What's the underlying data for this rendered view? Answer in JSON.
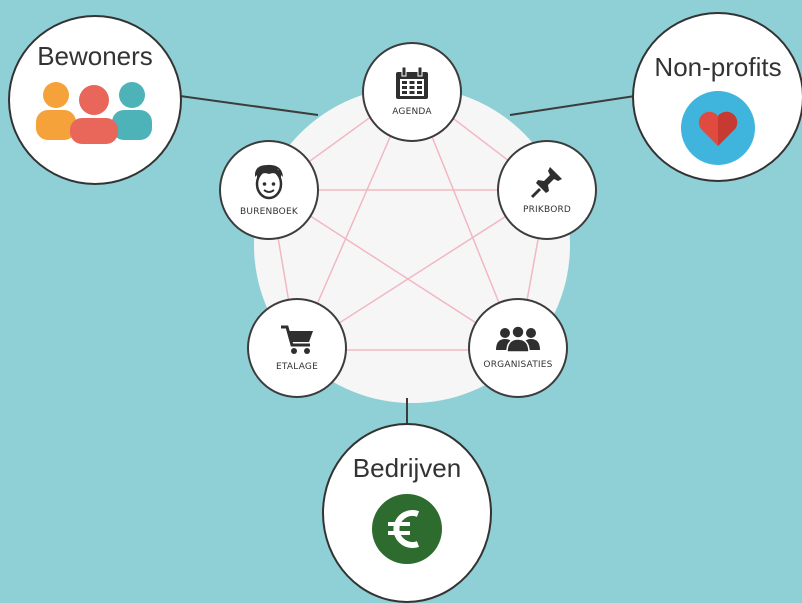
{
  "groups": {
    "bewoners": {
      "title": "Bewoners",
      "icon": "people-group-icon",
      "colors": [
        "#f5a23a",
        "#e9665b",
        "#4db3b8"
      ]
    },
    "nonprofits": {
      "title": "Non-profits",
      "icon": "heart-icon",
      "colors": [
        "#3fb5dd",
        "#e04a3f"
      ]
    },
    "bedrijven": {
      "title": "Bedrijven",
      "icon": "euro-icon",
      "colors": [
        "#2e6b2e",
        "#ffffff"
      ]
    }
  },
  "modules": {
    "agenda": {
      "label": "AGENDA",
      "icon": "calendar-icon"
    },
    "prikbord": {
      "label": "PRIKBORD",
      "icon": "pushpin-icon"
    },
    "organisaties": {
      "label": "ORGANISATIES",
      "icon": "organisation-people-icon"
    },
    "etalage": {
      "label": "ETALAGE",
      "icon": "shopping-cart-icon"
    },
    "burenboek": {
      "label": "BURENBOEK",
      "icon": "face-icon"
    }
  },
  "colors": {
    "background": "#8fd0d6",
    "platform_lines": "#f2b8c2",
    "connector": "#3c3c3c"
  }
}
